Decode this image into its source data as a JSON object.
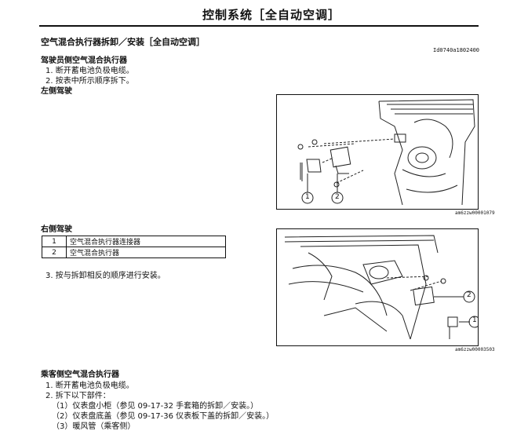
{
  "header": {
    "title": "控制系统［全自动空调］"
  },
  "section": {
    "title": "空气混合执行器拆卸／安装［全自动空调］",
    "doc_id": "Id0740a1802400"
  },
  "driver": {
    "heading": "驾驶员侧空气混合执行器",
    "steps": [
      "1.  断开蓄电池负极电缆。",
      "2.  按表中所示顺序拆下。"
    ],
    "lhd_heading": "左侧驾驶",
    "rhd_heading": "右侧驾驶",
    "legend": [
      {
        "num": "1",
        "label": "空气混合执行器连接器"
      },
      {
        "num": "2",
        "label": "空气混合执行器"
      }
    ],
    "step3": "3.  按与拆卸相反的顺序进行安装。"
  },
  "figure1": {
    "code": "am6zzw00001079",
    "callouts": [
      "1",
      "2"
    ]
  },
  "figure2": {
    "code": "am6zzw00003503",
    "callouts": [
      "1",
      "2"
    ]
  },
  "passenger": {
    "heading": "乘客侧空气混合执行器",
    "steps": [
      "1.  断开蓄电池负极电缆。",
      "2.  拆下以下部件："
    ],
    "substeps": [
      "（1）仪表盘小柜（参见 09-17-32 手套箱的拆卸／安装。）",
      "（2）仪表盘底盖（参见 09-17-36 仪表板下盖的拆卸／安装。）",
      "（3）暖风管（乘客侧）"
    ]
  }
}
